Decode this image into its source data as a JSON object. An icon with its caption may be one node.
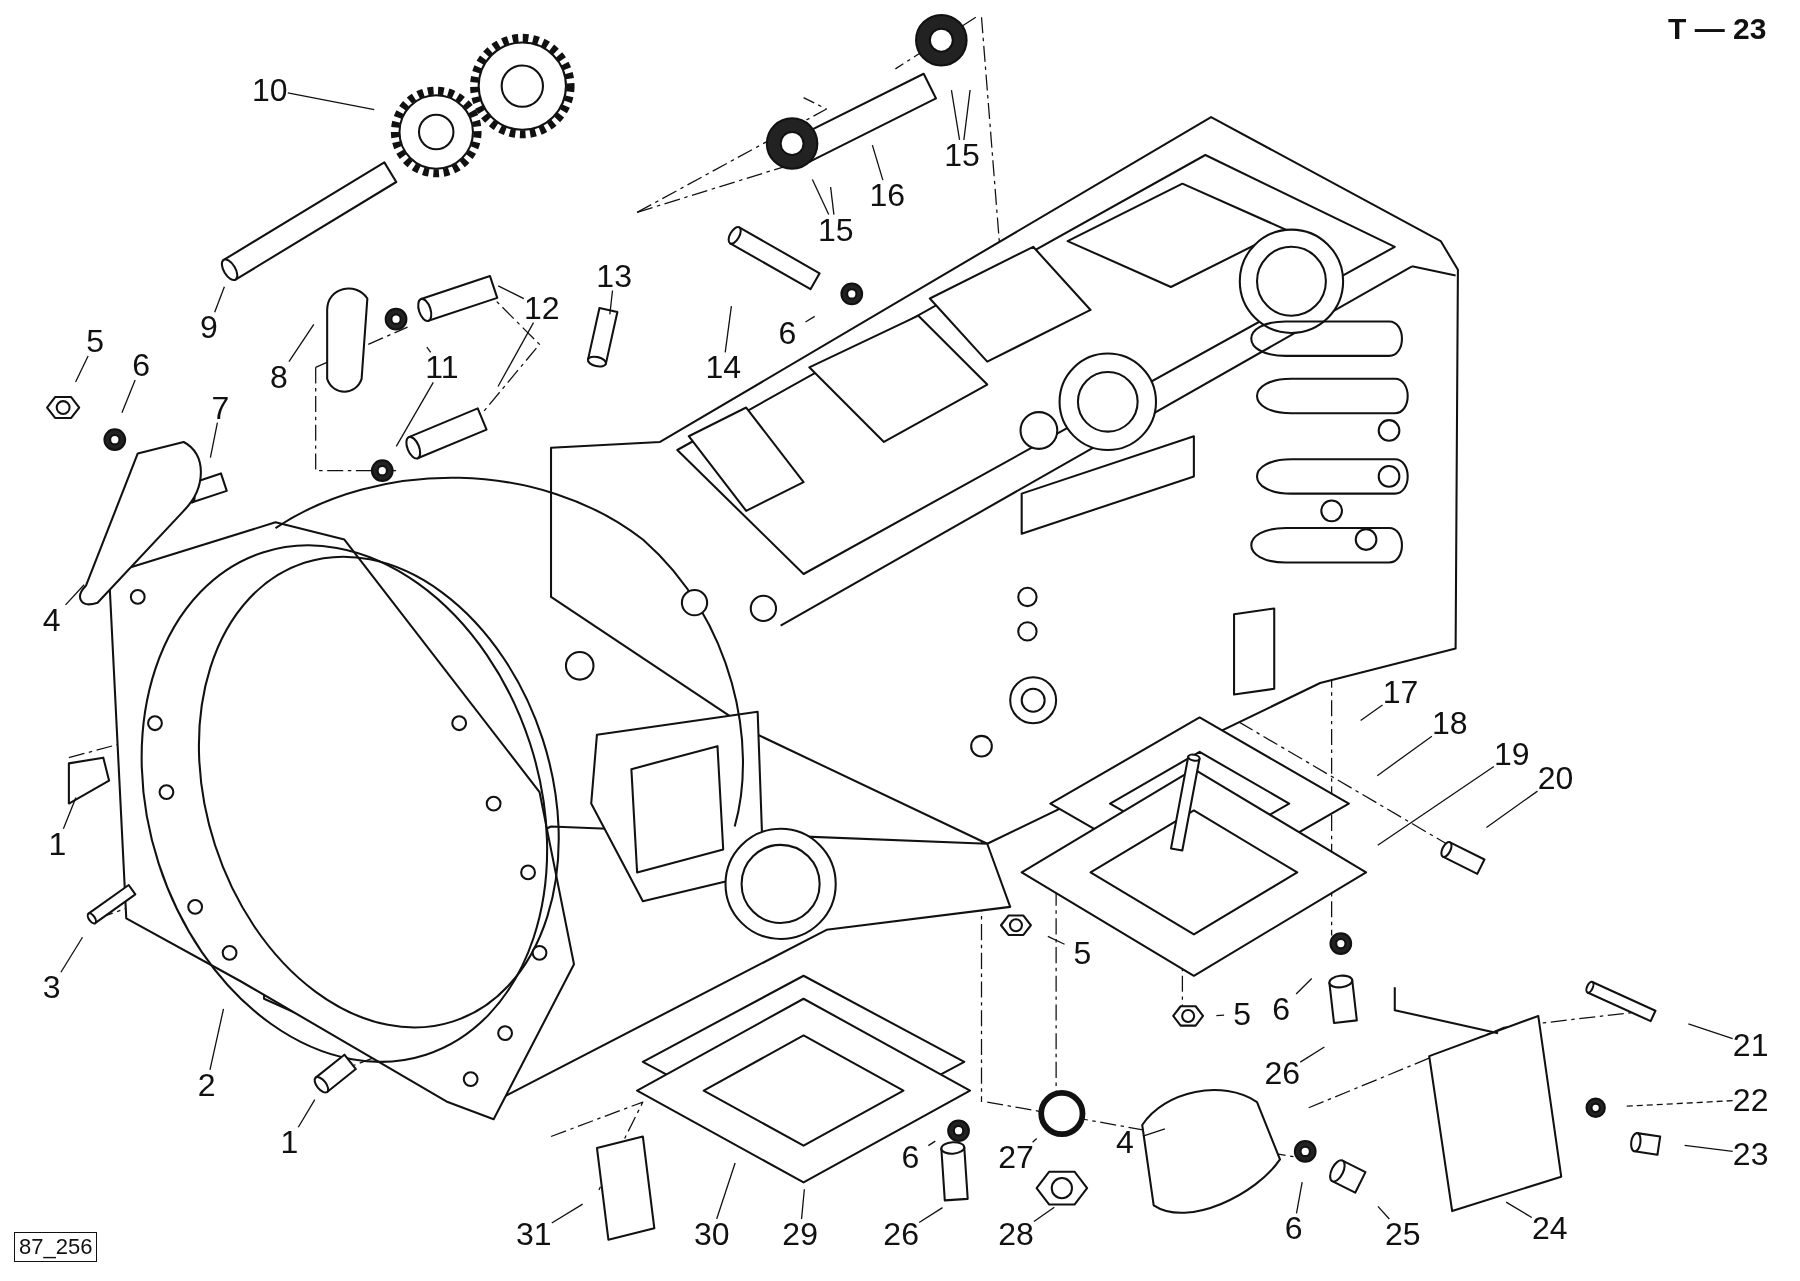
{
  "diagram": {
    "nodes": [
      {
        "text": [
          "10"
        ]
      },
      {
        "text": [
          "15"
        ]
      },
      {
        "text": [
          "16"
        ]
      },
      {
        "text": [
          "15"
        ]
      },
      {
        "text": [
          "13"
        ]
      },
      {
        "text": [
          "12"
        ]
      },
      {
        "text": [
          "9"
        ]
      },
      {
        "text": [
          "6"
        ]
      },
      {
        "text": [
          "5"
        ]
      },
      {
        "text": [
          "6"
        ]
      },
      {
        "text": [
          "11"
        ]
      },
      {
        "text": [
          "14"
        ]
      },
      {
        "text": [
          "8"
        ]
      },
      {
        "text": [
          "7"
        ]
      },
      {
        "text": [
          "4"
        ]
      },
      {
        "text": [
          "17"
        ]
      },
      {
        "text": [
          "18"
        ]
      },
      {
        "text": [
          "19"
        ]
      },
      {
        "text": [
          "20"
        ]
      },
      {
        "text": [
          "1"
        ]
      },
      {
        "text": [
          "5"
        ]
      },
      {
        "text": [
          "3"
        ]
      },
      {
        "text": [
          "5"
        ]
      },
      {
        "text": [
          "6"
        ]
      },
      {
        "text": [
          "21"
        ]
      },
      {
        "text": [
          "26"
        ]
      },
      {
        "text": [
          "2"
        ]
      },
      {
        "text": [
          "22"
        ]
      },
      {
        "text": [
          "1"
        ]
      },
      {
        "text": [
          "4"
        ]
      },
      {
        "text": [
          "23"
        ]
      },
      {
        "text": [
          "27"
        ]
      },
      {
        "text": [
          "6"
        ]
      },
      {
        "text": [
          "24"
        ]
      },
      {
        "text": [
          "6"
        ]
      },
      {
        "text": [
          "25"
        ]
      },
      {
        "text": [
          "31"
        ]
      },
      {
        "text": [
          "30"
        ]
      },
      {
        "text": [
          "29"
        ]
      },
      {
        "text": [
          "26"
        ]
      },
      {
        "text": [
          "28"
        ]
      }
    ],
    "edges": [
      {
        "from": 0,
        "to": null,
        "arrow": "none"
      },
      {
        "from": 1,
        "to": null,
        "arrow": "none"
      },
      {
        "from": 1,
        "to": null,
        "arrow": "none"
      },
      {
        "from": 2,
        "to": null,
        "arrow": "none"
      },
      {
        "from": 3,
        "to": null,
        "arrow": "none"
      },
      {
        "from": 3,
        "to": null,
        "arrow": "none"
      },
      {
        "from": 4,
        "to": null,
        "arrow": "none"
      },
      {
        "from": 5,
        "to": null,
        "arrow": "none"
      },
      {
        "from": 5,
        "to": null,
        "arrow": "none"
      },
      {
        "from": 6,
        "to": null,
        "arrow": "none"
      },
      {
        "from": 7,
        "to": null,
        "arrow": "none"
      },
      {
        "from": 8,
        "to": null,
        "arrow": "none"
      },
      {
        "from": 9,
        "to": null,
        "arrow": "none"
      },
      {
        "from": 10,
        "to": null,
        "arrow": "none"
      },
      {
        "from": 10,
        "to": null,
        "arrow": "none"
      },
      {
        "from": 11,
        "to": null,
        "arrow": "none"
      },
      {
        "from": 12,
        "to": null,
        "arrow": "none"
      },
      {
        "from": 13,
        "to": null,
        "arrow": "none"
      },
      {
        "from": 14,
        "to": null,
        "arrow": "none"
      },
      {
        "from": 15,
        "to": null,
        "arrow": "none"
      },
      {
        "from": 16,
        "to": null,
        "arrow": "none"
      },
      {
        "from": 17,
        "to": null,
        "arrow": "none"
      },
      {
        "from": 18,
        "to": null,
        "arrow": "none"
      },
      {
        "from": 19,
        "to": null,
        "arrow": "none"
      },
      {
        "from": 20,
        "to": null,
        "arrow": "none"
      },
      {
        "from": 21,
        "to": null,
        "arrow": "none"
      },
      {
        "from": 22,
        "to": null,
        "arrow": "none"
      },
      {
        "from": 23,
        "to": null,
        "arrow": "none"
      },
      {
        "from": 24,
        "to": null,
        "arrow": "none"
      },
      {
        "from": 25,
        "to": null,
        "arrow": "none"
      },
      {
        "from": 26,
        "to": null,
        "arrow": "none"
      },
      {
        "from": 27,
        "to": null,
        "arrow": "none",
        "style": "dashed"
      },
      {
        "from": 28,
        "to": null,
        "arrow": "none"
      },
      {
        "from": 29,
        "to": null,
        "arrow": "none"
      },
      {
        "from": 30,
        "to": null,
        "arrow": "none"
      },
      {
        "from": 31,
        "to": null,
        "arrow": "none"
      },
      {
        "from": 32,
        "to": null,
        "arrow": "none"
      },
      {
        "from": 33,
        "to": null,
        "arrow": "none"
      },
      {
        "from": 34,
        "to": null,
        "arrow": "none"
      },
      {
        "from": 35,
        "to": null,
        "arrow": "none"
      },
      {
        "from": 36,
        "to": null,
        "arrow": "none"
      },
      {
        "from": 37,
        "to": null,
        "arrow": "none"
      },
      {
        "from": 38,
        "to": null,
        "arrow": "none"
      },
      {
        "from": 39,
        "to": null,
        "arrow": "none"
      },
      {
        "from": 40,
        "to": null,
        "arrow": "none"
      }
    ],
    "labels": [
      "T — 23",
      "87_256"
    ]
  }
}
